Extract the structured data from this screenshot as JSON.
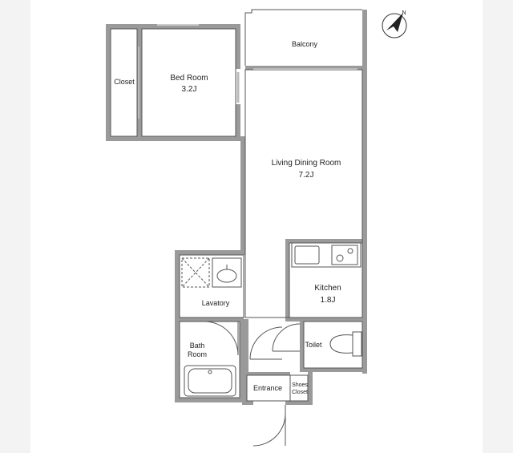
{
  "rooms": {
    "balcony": "Balcony",
    "closet": "Closet",
    "bedroom": {
      "name": "Bed Room",
      "size": "3.2J"
    },
    "living": {
      "name": "Living Dining Room",
      "size": "7.2J"
    },
    "kitchen": {
      "name": "Kitchen",
      "size": "1.8J"
    },
    "lavatory": "Lavatory",
    "bath": {
      "line1": "Bath",
      "line2": "Room"
    },
    "toilet": "Toilet",
    "entrance": "Entrance",
    "shoes": {
      "line1": "Shoes",
      "line2": "Closet"
    }
  },
  "compass": {
    "north": "N"
  }
}
